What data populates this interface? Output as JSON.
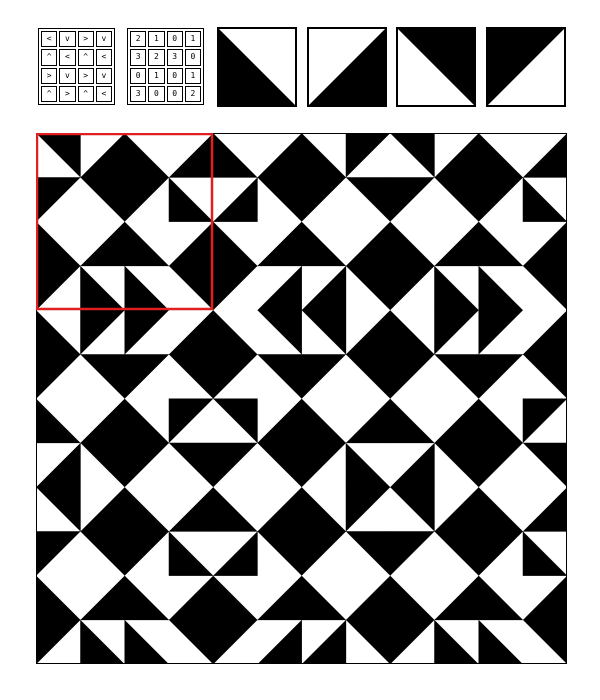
{
  "arrow_key": [
    [
      "<",
      "v",
      ">",
      "v"
    ],
    [
      "^",
      "<",
      "^",
      "<"
    ],
    [
      ">",
      "v",
      ">",
      "v"
    ],
    [
      "^",
      ">",
      "^",
      "<"
    ]
  ],
  "number_key": [
    [
      "2",
      "1",
      "0",
      "1"
    ],
    [
      "3",
      "2",
      "3",
      "0"
    ],
    [
      "0",
      "1",
      "0",
      "1"
    ],
    [
      "3",
      "0",
      "0",
      "2"
    ]
  ],
  "tiles": [
    {
      "id": 0,
      "name": "bottom-left-black"
    },
    {
      "id": 1,
      "name": "bottom-right-black"
    },
    {
      "id": 2,
      "name": "top-right-black"
    },
    {
      "id": 3,
      "name": "top-left-black"
    }
  ],
  "colors": {
    "fill": "#000000",
    "background": "#ffffff",
    "highlight": "#e02020"
  },
  "pattern": {
    "grid_size": 12,
    "block_size": 4,
    "highlight_block": [
      0,
      0
    ]
  }
}
